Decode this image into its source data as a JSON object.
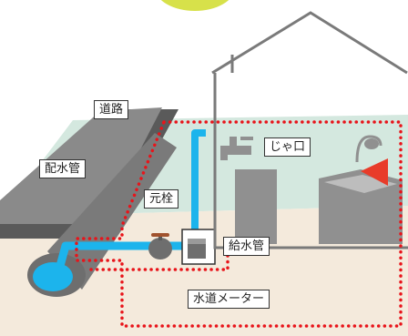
{
  "labels": {
    "road": "道路",
    "main_pipe": "配水管",
    "stop_valve": "元栓",
    "service_pipe": "給水管",
    "faucet": "じゃ口",
    "water_meter": "水道メーター"
  },
  "colors": {
    "sky_top": "#ffffff",
    "lawn": "#d4e8df",
    "ground": "#f4eadc",
    "road_top": "#8a8a8a",
    "road_side": "#5a5a5a",
    "pipe_blue": "#1cb4ec",
    "pipe_gray": "#707070",
    "dotted_red": "#e8141a",
    "house_line": "#7a7a7a",
    "fixture_gray": "#909090",
    "arrow_red": "#e83c2a",
    "top_circle": "#d7e14a"
  }
}
